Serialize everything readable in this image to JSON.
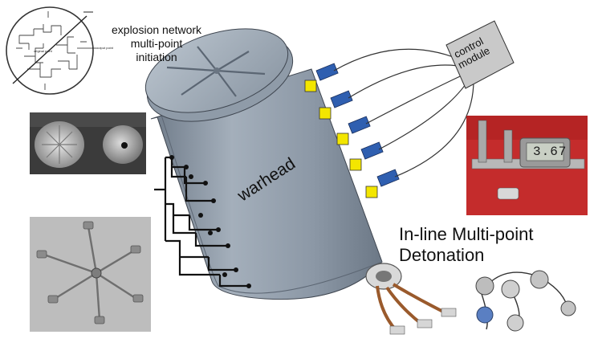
{
  "labels": {
    "explosion_line1": "explosion network",
    "explosion_line2": "multi-point",
    "explosion_line3": "initiation",
    "warhead": "warhead",
    "control_line1": "control",
    "control_line2": "module",
    "inline_line1": "In-line Multi-point",
    "inline_line2": "Detonation",
    "caliper_reading": "3.67"
  },
  "diagram_small_labels": {
    "ring_label": "output point",
    "center_label": "original point"
  },
  "colors": {
    "cylinder": "#8e9aa8",
    "detonator_yellow": "#f3e600",
    "detonator_blue": "#2f5fb0",
    "control_box": "#c9c9c9",
    "caliper_background": "#c42c2c"
  },
  "detonator_count": 5
}
